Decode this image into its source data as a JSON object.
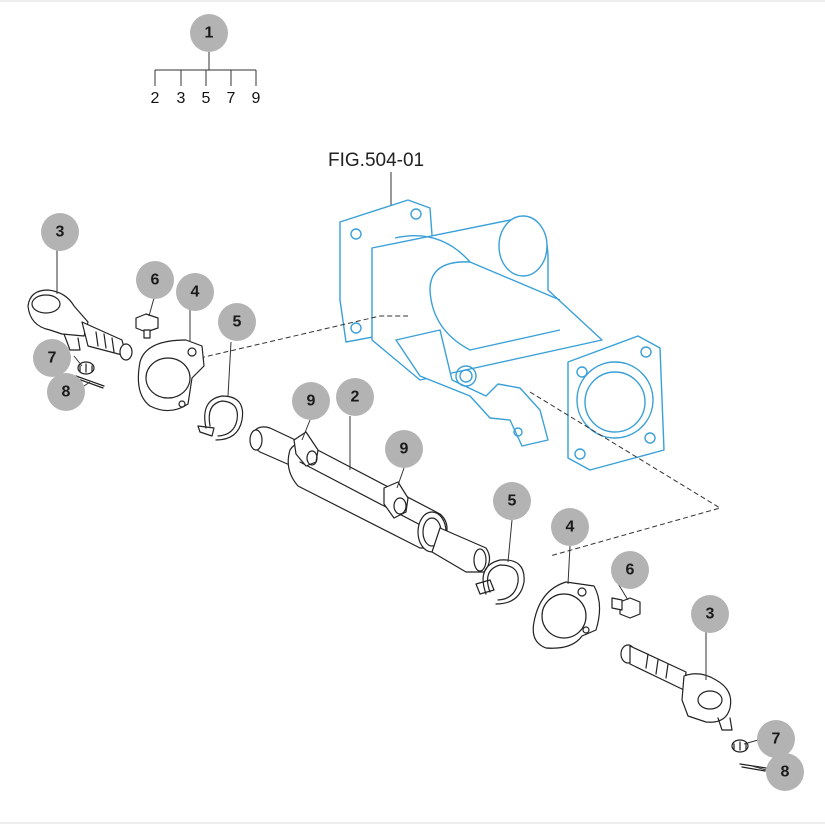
{
  "figure_reference": "FIG.504-01",
  "assembly_tree": {
    "root": "1",
    "children": [
      "2",
      "3",
      "5",
      "7",
      "9"
    ]
  },
  "callouts": [
    {
      "id": "c3a",
      "label": "3"
    },
    {
      "id": "c6a",
      "label": "6"
    },
    {
      "id": "c4a",
      "label": "4"
    },
    {
      "id": "c5a",
      "label": "5"
    },
    {
      "id": "c7a",
      "label": "7"
    },
    {
      "id": "c8a",
      "label": "8"
    },
    {
      "id": "c9a",
      "label": "9"
    },
    {
      "id": "c2",
      "label": "2"
    },
    {
      "id": "c9b",
      "label": "9"
    },
    {
      "id": "c5b",
      "label": "5"
    },
    {
      "id": "c4b",
      "label": "4"
    },
    {
      "id": "c6b",
      "label": "6"
    },
    {
      "id": "c3b",
      "label": "3"
    },
    {
      "id": "c7b",
      "label": "7"
    },
    {
      "id": "c8b",
      "label": "8"
    }
  ],
  "colors": {
    "callout_fill": "#b3b3b3",
    "housing_stroke": "#3aa0d8",
    "part_stroke": "#222222"
  }
}
